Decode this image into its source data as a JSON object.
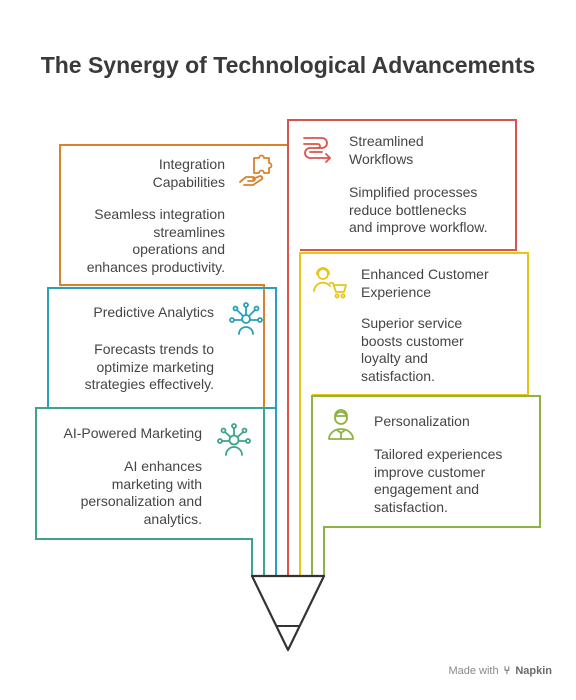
{
  "title": "The Synergy of Technological Advancements",
  "cards": {
    "integration": {
      "heading": [
        "Integration",
        "Capabilities"
      ],
      "body": [
        "Seamless integration",
        "streamlines",
        "operations and",
        "enhances productivity."
      ],
      "color": "#d9822b",
      "icon": "puzzle-hand-icon"
    },
    "workflows": {
      "heading": [
        "Streamlined",
        "Workflows"
      ],
      "body": [
        "Simplified processes",
        "reduce bottlenecks",
        "and improve workflow."
      ],
      "color": "#d9534f",
      "icon": "winding-road-icon"
    },
    "analytics": {
      "heading": [
        "Predictive Analytics"
      ],
      "body": [
        "Forecasts trends to",
        "optimize marketing",
        "strategies effectively."
      ],
      "color": "#2a9fb8",
      "icon": "network-person-icon"
    },
    "customer": {
      "heading": [
        "Enhanced Customer",
        "Experience"
      ],
      "body": [
        "Superior service",
        "boosts customer",
        "loyalty and",
        "satisfaction."
      ],
      "color": "#e6c619",
      "icon": "customer-cart-icon"
    },
    "ai": {
      "heading": [
        "AI-Powered Marketing"
      ],
      "body": [
        "AI enhances",
        "marketing with",
        "personalization and",
        "analytics."
      ],
      "color": "#3aa58c",
      "icon": "ai-brain-person-icon"
    },
    "personalization": {
      "heading": [
        "Personalization"
      ],
      "body": [
        "Tailored experiences",
        "improve customer",
        "engagement and",
        "satisfaction."
      ],
      "color": "#8db342",
      "icon": "personalized-user-icon"
    }
  },
  "footer": {
    "prefix": "Made with",
    "brand": "Napkin"
  }
}
